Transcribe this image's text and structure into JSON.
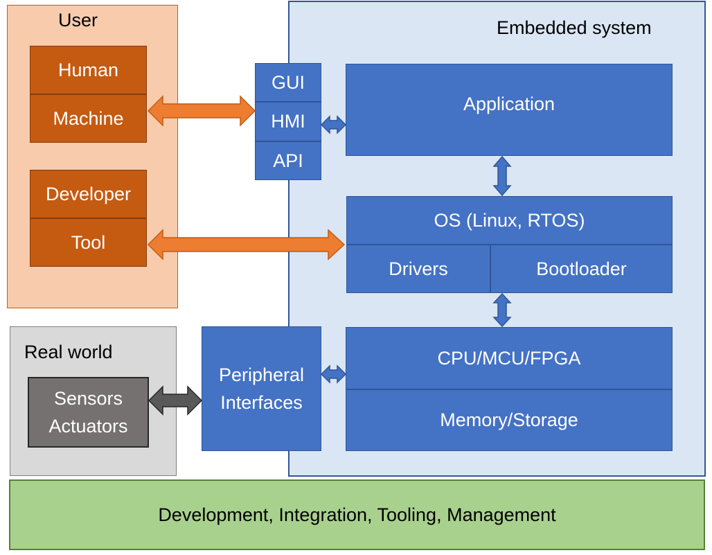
{
  "user": {
    "title": "User",
    "boxes": {
      "human": "Human",
      "machine": "Machine",
      "developer": "Developer",
      "tool": "Tool"
    }
  },
  "embedded": {
    "title": "Embedded system",
    "interfaces": {
      "gui": "GUI",
      "hmi": "HMI",
      "api": "API"
    },
    "application": "Application",
    "os": "OS (Linux, RTOS)",
    "drivers": "Drivers",
    "bootloader": "Bootloader",
    "peripheral_line1": "Peripheral",
    "peripheral_line2": "Interfaces",
    "cpu": "CPU/MCU/FPGA",
    "memory": "Memory/Storage"
  },
  "real_world": {
    "title": "Real world",
    "device_line1": "Sensors",
    "device_line2": "Actuators"
  },
  "footer": {
    "label": "Development, Integration, Tooling, Management"
  },
  "colors": {
    "orange_box": "#c55a11",
    "orange_arrow": "#ed7d31",
    "blue_box": "#4472c4",
    "grey_box": "#767171",
    "grey_arrow": "#595959",
    "user_panel": "#f8cbad",
    "embedded_panel": "#dae6f4",
    "real_world_panel": "#d9d9d9",
    "footer_panel": "#a9d18e"
  }
}
